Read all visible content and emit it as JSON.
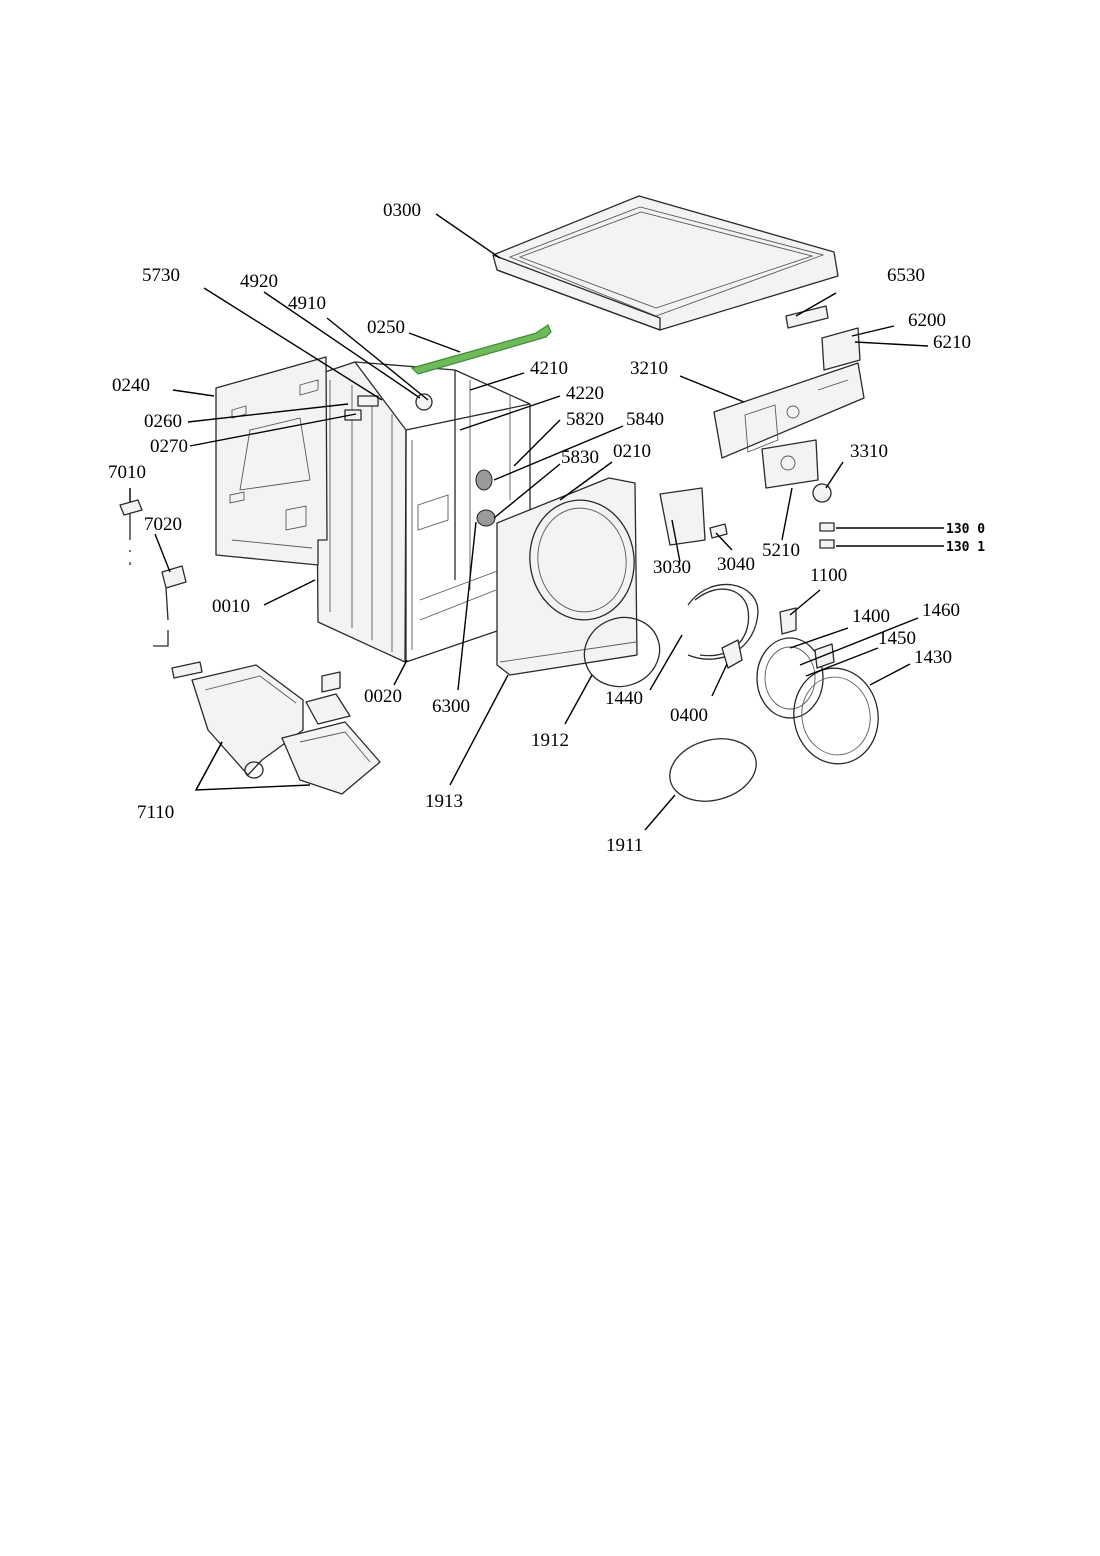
{
  "labels": {
    "p0300": "0300",
    "p5730": "5730",
    "p4920": "4920",
    "p4910": "4910",
    "p0250": "0250",
    "p6530": "6530",
    "p6200": "6200",
    "p6210": "6210",
    "p0240": "0240",
    "p4210": "4210",
    "p3210": "3210",
    "p4220": "4220",
    "p0260": "0260",
    "p5820": "5820",
    "p5840": "5840",
    "p0270": "0270",
    "p3310": "3310",
    "p5830": "5830",
    "p0210": "0210",
    "p7010": "7010",
    "p7020": "7020",
    "p1300": "130 0",
    "p1301": "130 1",
    "p3030": "3030",
    "p3040": "3040",
    "p5210": "5210",
    "p1100": "1100",
    "p0010": "0010",
    "p1460": "1460",
    "p1400": "1400",
    "p1450": "1450",
    "p1430": "1430",
    "p0020": "0020",
    "p6300": "6300",
    "p1440": "1440",
    "p0400": "0400",
    "p1912": "1912",
    "p7110": "7110",
    "p1913": "1913",
    "p1911": "1911"
  },
  "colors": {
    "highlight_part": "#6dbb5a",
    "highlight_stroke": "#3f8a33"
  }
}
